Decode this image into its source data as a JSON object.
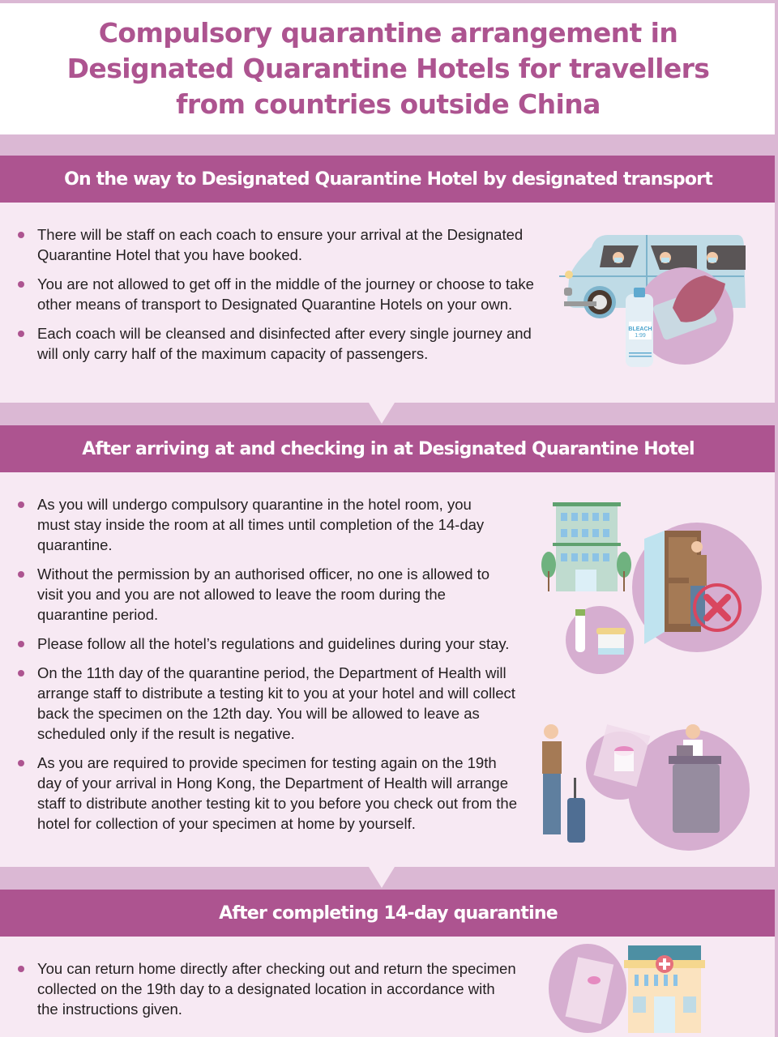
{
  "title": "Compulsory quarantine arrangement in Designated Quarantine Hotels for travellers from countries outside China",
  "title_lines": [
    "Compulsory quarantine arrangement in",
    "Designated Quarantine Hotels for travellers",
    "from countries outside China"
  ],
  "colors": {
    "accent": "#ad5490",
    "band": "#dbb8d4",
    "panel": "#f7e9f3",
    "text": "#231f20"
  },
  "sections": [
    {
      "heading": "On the way to Designated Quarantine Hotel by designated transport",
      "bullets": [
        "There will be staff on each coach to ensure your arrival at the Designated Quarantine Hotel that you have booked.",
        "You are not allowed to get off in the middle of the journey or choose to take other means of transport to Designated Quarantine Hotels on your own.",
        "Each coach will be cleansed and disinfected after every single journey and will only carry half of the maximum capacity of passengers."
      ],
      "illustration": {
        "name": "coach-disinfection-illustration",
        "bottle_label": "BLEACH",
        "bottle_ratio": "1:99"
      }
    },
    {
      "heading": "After arriving at and checking in at Designated Quarantine Hotel",
      "bullets": [
        "As you will undergo compulsory quarantine in the hotel room, you must stay inside the room at all times until completion of the 14-day quarantine.",
        "Without the permission by an authorised officer, no one is allowed to visit you and you are not allowed to leave the room during the quarantine period.",
        "Please follow all the hotel’s regulations and guidelines during your stay.",
        "On the 11th day of the quarantine period, the Department of Health will arrange staff to distribute a testing kit to you at your hotel and will collect back the specimen on the 12th day. You will be allowed to leave as scheduled only if the result is negative.",
        "As you are required to provide specimen for testing again on the 19th day of your arrival in Hong Kong, the Department of Health will arrange staff to distribute another testing kit to you before you check out from the hotel for collection of your specimen at home by yourself."
      ]
    },
    {
      "heading": "After completing 14-day quarantine",
      "bullets": [
        "You can return home directly after checking out and return the specimen collected on the 19th day to a designated location in accordance with the instructions given."
      ]
    }
  ]
}
